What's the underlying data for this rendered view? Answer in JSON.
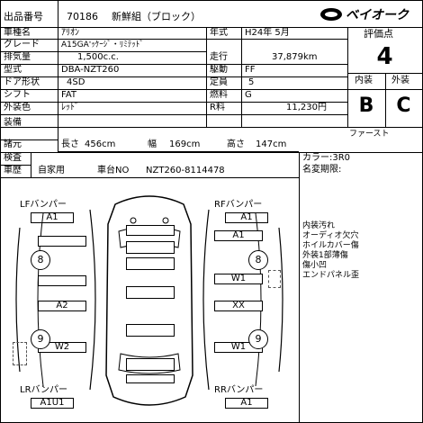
{
  "header": {
    "lot_label": "出品番号",
    "lot_number": "70186",
    "title": "新鮮組（ブロック）",
    "brand": "ベイオーク"
  },
  "vehicle": {
    "name_label": "車種名",
    "name_value": "ｱﾘｵﾝ",
    "grade_label": "グレード",
    "grade_value": "A15GA'ｯｹｰｼﾞ・ﾘﾐﾃｯﾄﾞ",
    "displacement_label": "排気量",
    "displacement_value": "1,500c.c.",
    "model_label": "型式",
    "model_value": "DBA-NZT260",
    "doors_label": "ドア形状",
    "doors_value": "4SD",
    "shift_label": "シフト",
    "shift_value": "FAT",
    "color_label": "外装色",
    "color_value": "ﾚｯﾄﾞ",
    "year_label": "年式",
    "year_value": "H24年 5月",
    "mileage_label": "走行",
    "mileage_value": "37,879km",
    "drive_label": "駆動",
    "drive_value": "FF",
    "capacity_label": "定員",
    "capacity_value": "5",
    "fuel_label": "燃料",
    "fuel_value": "G",
    "tax_label": "R料",
    "tax_value": "11,230円"
  },
  "score": {
    "label": "評価点",
    "value": "4",
    "interior_label": "内装",
    "exterior_label": "外装",
    "interior_value": "B",
    "exterior_value": "C"
  },
  "equipment": {
    "label": "装備",
    "value": "ファースト"
  },
  "specs": {
    "label": "諸元",
    "length_label": "長さ",
    "length_value": "456cm",
    "width_label": "幅",
    "width_value": "169cm",
    "height_label": "高さ",
    "height_value": "147cm"
  },
  "inspection": {
    "label": "検査",
    "vehicle_history_label": "車歴",
    "usage": "自家用",
    "chassis_label": "車台NO",
    "chassis_value": "NZT260-8114478",
    "color_code": "カラー:3R0",
    "name_change_label": "名変期限:"
  },
  "diagram": {
    "lf_bumper_label": "LFバンパー",
    "lf_bumper_code": "A1",
    "rf_bumper_label": "RFバンパー",
    "rf_bumper_code": "A1",
    "lr_bumper_label": "LRバンパー",
    "lr_bumper_code": "A1U1",
    "rr_bumper_label": "RRバンパー",
    "rr_bumper_code": "A1",
    "tire_lf": "8",
    "tire_rf": "8",
    "tire_lr": "9",
    "tire_rr": "9",
    "door_left_front": "",
    "door_left_rear": "A2",
    "door_right_front": "W1",
    "door_right_rear": "XX",
    "quarter_left": "W2",
    "quarter_right": "W1"
  },
  "notes": [
    "内装汚れ",
    "オーディオ欠穴",
    "ホイルカバー傷",
    "外装1部薄傷",
    "傷小凹",
    "エンドパネル歪"
  ]
}
